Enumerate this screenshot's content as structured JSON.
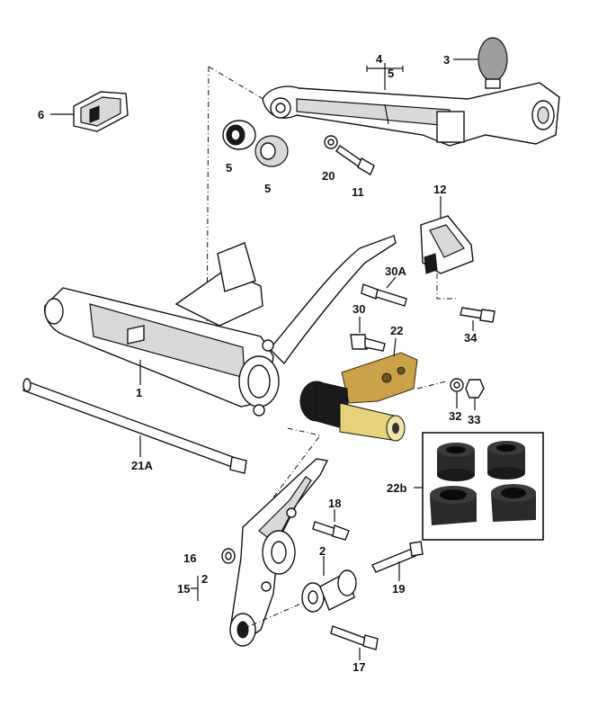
{
  "labels": {
    "l1": "1",
    "l2a": "2",
    "l2b": "2",
    "l3": "3",
    "l4": "4",
    "l5top": "5",
    "l5a": "5",
    "l5b": "5",
    "l6": "6",
    "l11": "11",
    "l12": "12",
    "l15": "15",
    "l16": "16",
    "l17": "17",
    "l18": "18",
    "l19": "19",
    "l20": "20",
    "l21a": "21A",
    "l22": "22",
    "l22b": "22b",
    "l30": "30",
    "l30a": "30A",
    "l32": "32",
    "l33": "33",
    "l34": "34"
  },
  "colors": {
    "line": "#111111",
    "bracket_metal": "#c9a24a",
    "bushing_rubber": "#1a1a1a",
    "bushing_steel": "#e6d27a"
  }
}
